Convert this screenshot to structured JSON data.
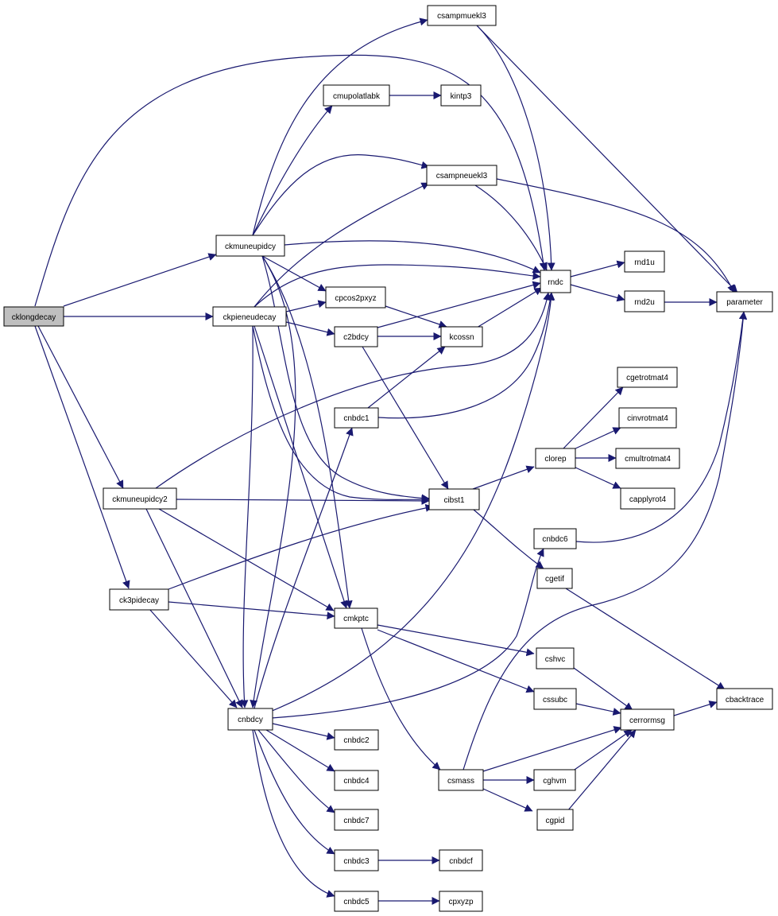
{
  "colors": {
    "edge": "#191970",
    "root_fill": "#bfbfbf",
    "node_fill": "#ffffff"
  },
  "nodes": {
    "cklongdecay": "cklongdecay",
    "ckmuneupidcy": "ckmuneupidcy",
    "ckpieneudecay": "ckpieneudecay",
    "ckmuneupidcy2": "ckmuneupidcy2",
    "ck3pidecay": "ck3pidecay",
    "cnbdcy": "cnbdcy",
    "csampmuekl3": "csampmuekl3",
    "cmupolatlabk": "cmupolatlabk",
    "kintp3": "kintp3",
    "csampneuekl3": "csampneuekl3",
    "cpcos2pxyz": "cpcos2pxyz",
    "c2bdcy": "c2bdcy",
    "kcossn": "kcossn",
    "cnbdc1": "cnbdc1",
    "cibst1": "cibst1",
    "cmkptc": "cmkptc",
    "rndc": "rndc",
    "rnd1u": "rnd1u",
    "rnd2u": "rnd2u",
    "parameter": "parameter",
    "cgetrotmat4": "cgetrotmat4",
    "cinvrotmat4": "cinvrotmat4",
    "clorep": "clorep",
    "cmultrotmat4": "cmultrotmat4",
    "capplyrot4": "capplyrot4",
    "cnbdc6": "cnbdc6",
    "cgetif": "cgetif",
    "cshvc": "cshvc",
    "cssubc": "cssubc",
    "cerrormsg": "cerrormsg",
    "cbacktrace": "cbacktrace",
    "cnbdc2": "cnbdc2",
    "cnbdc4": "cnbdc4",
    "cnbdc7": "cnbdc7",
    "cnbdc3": "cnbdc3",
    "cnbdcf": "cnbdcf",
    "cnbdc5": "cnbdc5",
    "cpxyzp": "cpxyzp",
    "csmass": "csmass",
    "cghvm": "cghvm",
    "cgpid": "cgpid"
  }
}
